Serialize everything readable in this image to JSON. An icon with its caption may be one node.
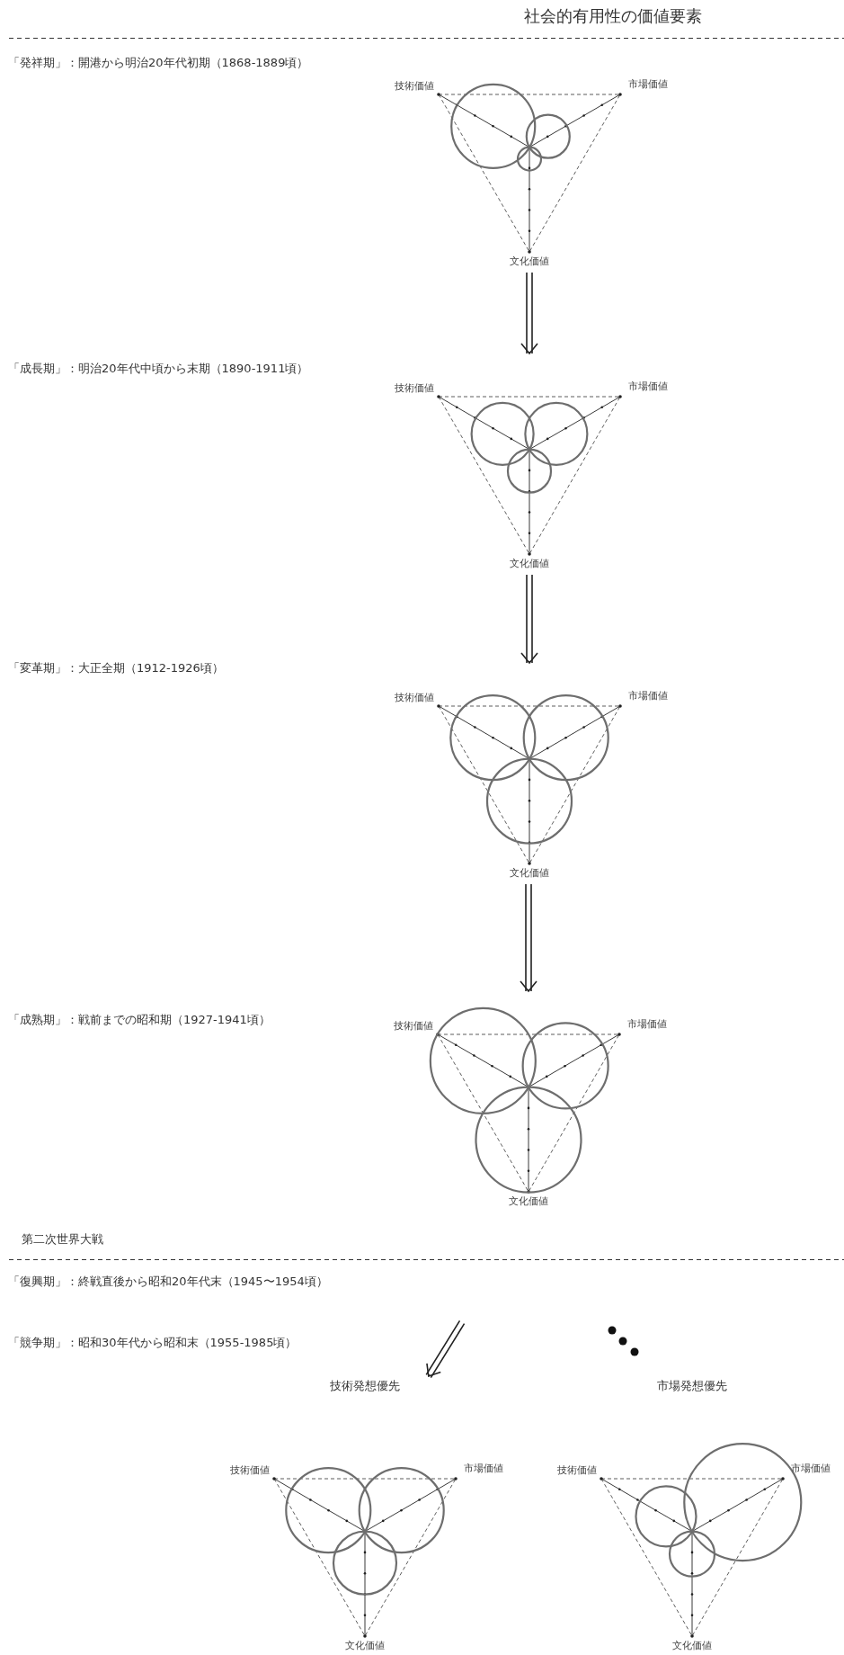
{
  "diagram": {
    "title": "社会的有用性の価値要素",
    "nodes": [
      {
        "text": [
          "技術価値",
          "市場価値",
          "文化価値"
        ]
      },
      {
        "text": [
          "技術価値",
          "市場価値",
          "文化価値"
        ]
      },
      {
        "text": [
          "技術価値",
          "市場価値",
          "文化価値"
        ]
      },
      {
        "text": [
          "技術価値",
          "市場価値",
          "文化価値"
        ]
      },
      {
        "text": [
          "技術発想優先",
          "技術価値",
          "市場価値",
          "文化価値"
        ]
      },
      {
        "text": [
          "市場発想優先",
          "技術価値",
          "市場価値",
          "文化価値"
        ]
      }
    ],
    "edges": [
      {
        "from": 0,
        "to": 1,
        "arrow": "to"
      },
      {
        "from": 1,
        "to": 2,
        "arrow": "to"
      },
      {
        "from": 2,
        "to": 3,
        "arrow": "to"
      },
      {
        "from": null,
        "to": 4,
        "arrow": "to"
      }
    ],
    "labels": [
      "「発祥期」：開港から明治20年代初期（1868-1889頃）",
      "「成長期」：明治20年代中頃から末期（1890-1911頃）",
      "「変革期」：大正全期（1912-1926頃）",
      "「成熟期」：戦前までの昭和期（1927-1941頃）",
      "第二次世界大戦",
      "「復興期」：終戦直後から昭和20年代末（1945〜1954頃）",
      "「競争期」：昭和30年代から昭和末（1955-1985頃）"
    ]
  }
}
